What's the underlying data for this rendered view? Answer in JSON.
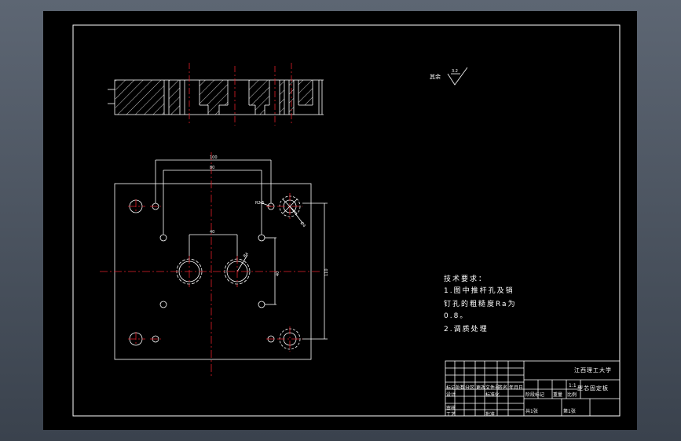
{
  "drawing": {
    "roughness": {
      "label": "其余",
      "value": "3.2"
    },
    "notes": {
      "heading": "技术要求：",
      "line1": "1.图中推杆孔及销",
      "line2": "钉孔的粗糙度Ra为",
      "line3": "0.8。",
      "line4": "2.调质处理"
    },
    "dims": {
      "top_outer": "100",
      "top_inner": "80",
      "center_w": "40",
      "right_h": "110",
      "mid_h": "40",
      "left_h": "R2.5",
      "small_r": "R4",
      "hole_d": "Ø4"
    },
    "title_block": {
      "school": "江西理工大学",
      "part_name": "型芯固定板",
      "row_labels": [
        "标记",
        "处数",
        "分区",
        "更改文件号",
        "签名",
        "年月日"
      ],
      "row2": [
        "设计",
        "",
        "标准化",
        ""
      ],
      "row3": [
        "审核",
        "",
        "",
        ""
      ],
      "row4": [
        "工艺",
        "",
        "批准",
        "",
        "共1张",
        "第1张"
      ],
      "mid_labels": [
        "阶段标记",
        "重量",
        "比例"
      ],
      "scale": "1:1"
    }
  },
  "colors": {
    "line": "#ffffff",
    "center": "#e0202a",
    "sheet": "#000000",
    "dim": "#ffffff"
  }
}
